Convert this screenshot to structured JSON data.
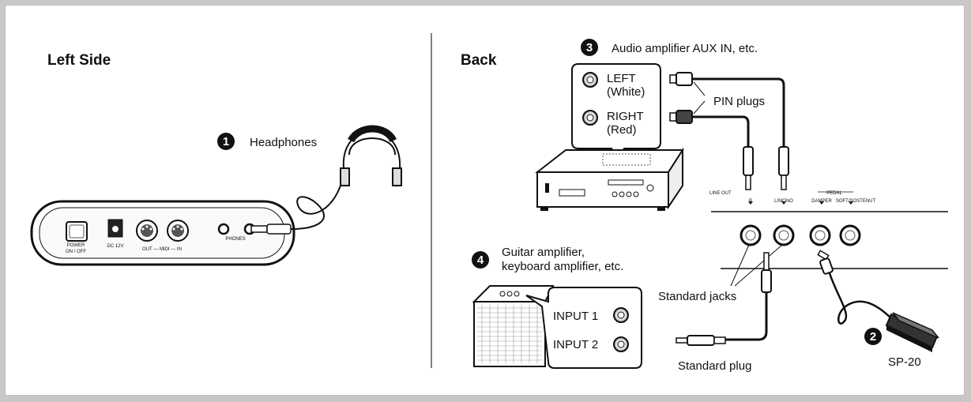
{
  "left_side": {
    "heading": "Left Side",
    "headphones_number": "1",
    "headphones_label": "Headphones",
    "panel": {
      "power_label": "POWER",
      "power_sub": "ON / OFF",
      "dc_label": "DC 12V",
      "midi_label": "OUT — MIDI — IN",
      "phones_label": "PHONES"
    }
  },
  "back": {
    "heading": "Back",
    "audio_number": "3",
    "audio_label": "Audio amplifier AUX IN, etc.",
    "left_jack_label": "LEFT",
    "left_jack_sub": "(White)",
    "right_jack_label": "RIGHT",
    "right_jack_sub": "(Red)",
    "pin_plugs_label": "PIN plugs",
    "guitar_number": "4",
    "guitar_label_line1": "Guitar amplifier,",
    "guitar_label_line2": "keyboard amplifier, etc.",
    "input1_label": "INPUT 1",
    "input2_label": "INPUT 2",
    "standard_jacks_label": "Standard jacks",
    "standard_plug_label": "Standard plug",
    "pedal_number": "2",
    "pedal_model": "SP-20",
    "rear_panel": {
      "line_out": "LINE OUT",
      "r_label": "R",
      "l_mono_label": "L/MONO",
      "pedal_label": "PEDAL",
      "damper_label": "DAMPER",
      "soft_label": "SOFT/SOSTENUT"
    }
  },
  "colors": {
    "frame_border": "#bdbdbd",
    "background": "#c8c8c8",
    "ink": "#111111",
    "pedal_fill": "#3a3a3a"
  }
}
